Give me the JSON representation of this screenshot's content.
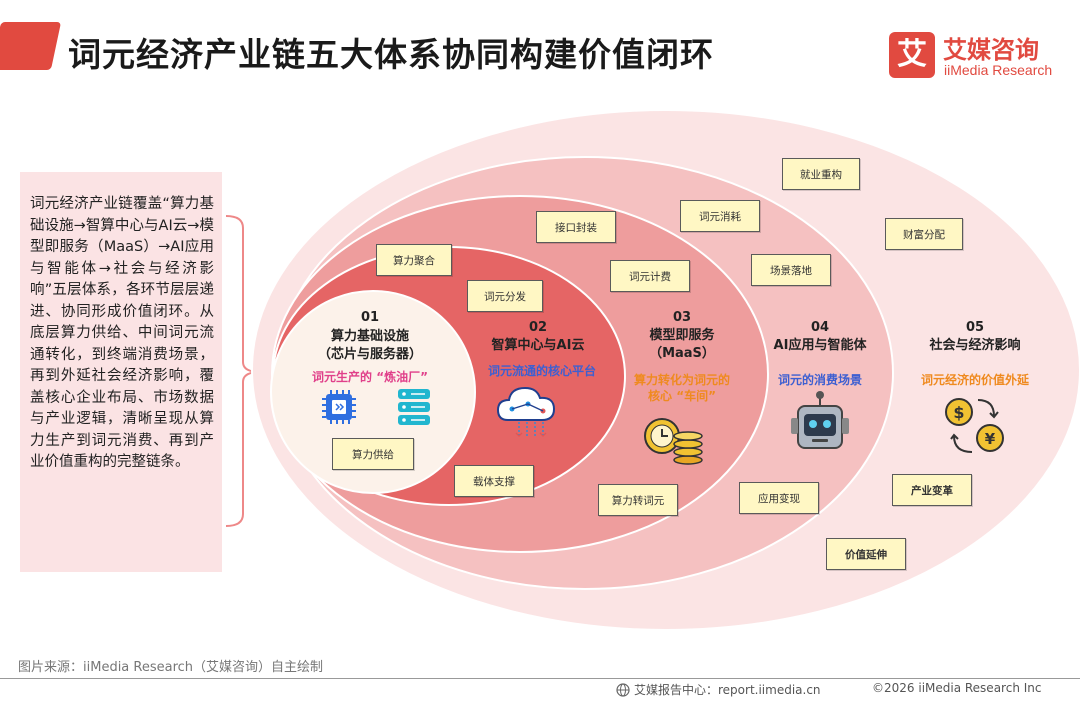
{
  "header": {
    "title": "词元经济产业链五大体系协同构建价值闭环",
    "logo_char": "艾",
    "logo_cn": "艾媒咨询",
    "logo_en": "iiMedia Research"
  },
  "description": "词元经济产业链覆盖“算力基础设施→智算中心与AI云→模型即服务（MaaS）→AI应用与智能体→社会与经济影响”五层体系，各环节层层递进、协同形成价值闭环。从底层算力供给、中间词元流通转化，到终端消费场景，再到外延社会经济影响，覆盖核心企业布局、市场数据与产业逻辑，清晰呈现从算力生产到词元消费、再到产业价值重构的完整链条。",
  "layers": [
    {
      "num": "01",
      "name": "算力基础设施",
      "sub": "（芯片与服务器）",
      "tagline": "词元生产的 “炼油厂”"
    },
    {
      "num": "02",
      "name": "智算中心与AI云",
      "tagline": "词元流通的核心平台"
    },
    {
      "num": "03",
      "name": "模型即服务",
      "sub": "（MaaS）",
      "tagline_1": "算力转化为词元的",
      "tagline_2": "核心 “车间”"
    },
    {
      "num": "04",
      "name": "AI应用与智能体",
      "tagline": "词元的消费场景"
    },
    {
      "num": "05",
      "name": "社会与经济影响",
      "tagline": "词元经济的价值外延"
    }
  ],
  "tags": {
    "suanli_juhe": "算力聚合",
    "suanli_gongji": "算力供给",
    "ciyuan_fenfa": "词元分发",
    "jiekou_fengzhuang": "接口封装",
    "zaiti_zhicheng": "载体支撑",
    "ciyuan_jifei": "词元计费",
    "suanli_zhuan_ciyuan": "算力转词元",
    "ciyuan_xiaohao": "词元消耗",
    "changjing_luodi": "场景落地",
    "yingyong_bianxian": "应用变现",
    "jiuye_chonggou": "就业重构",
    "caifu_fenpei": "财富分配",
    "chanye_biange": "产业变革",
    "jiazhi_yanshen": "价值延伸"
  },
  "footer": {
    "source": "图片来源：iiMedia Research（艾媒咨询）自主绘制",
    "center": "艾媒报告中心：report.iimedia.cn",
    "right": "©2026  iiMedia Research  Inc"
  },
  "colors": {
    "accent": "#e14a40",
    "ring5": "#fbe4e4",
    "ring4": "#f5c1c1",
    "ring3": "#ee9d9d",
    "ring2": "#e56565",
    "ring1": "#fcf2ea",
    "tagline_pink": "#e0408a",
    "tagline_blue": "#3d5fd1",
    "tagline_orange": "#ef8a1f",
    "tag_bg": "#fff7c4"
  }
}
